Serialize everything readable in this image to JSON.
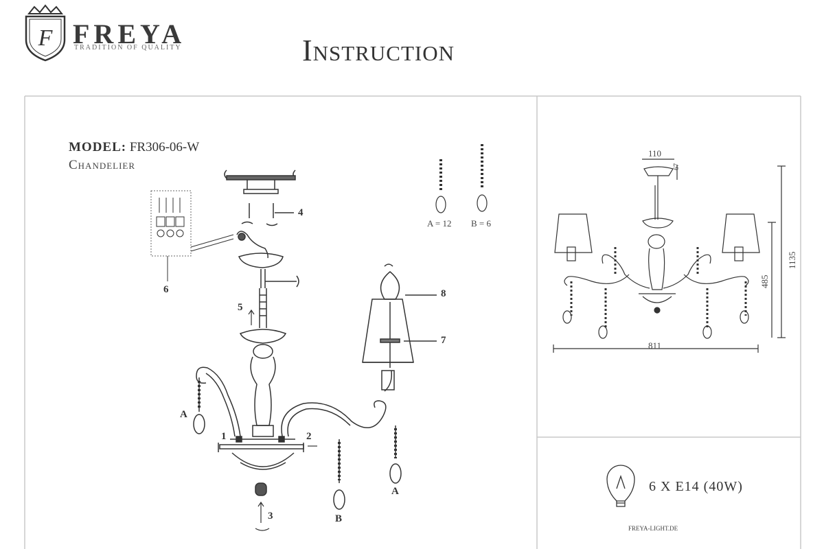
{
  "header": {
    "brand": "FREYA",
    "logo_letter": "F",
    "tagline": "TRADITION OF QUALITY",
    "title": "Instruction"
  },
  "model": {
    "label": "MODEL:",
    "code": "FR306-06-W",
    "type": "Chandelier"
  },
  "parts": {
    "callouts": [
      "1",
      "2",
      "3",
      "4",
      "5",
      "6",
      "7",
      "8"
    ],
    "crystal_a_label": "A",
    "crystal_b_label": "B",
    "count_a": "A = 12",
    "count_b": "B = 6"
  },
  "dimensions": {
    "canopy_width": "110",
    "canopy_height": "67",
    "total_height": "1135",
    "body_height": "485",
    "width": "811"
  },
  "bulb": {
    "spec": "6 X E14 (40W)",
    "website": "FREYA-LIGHT.DE"
  },
  "colors": {
    "line": "#c8c8c8",
    "ink": "#333333"
  }
}
